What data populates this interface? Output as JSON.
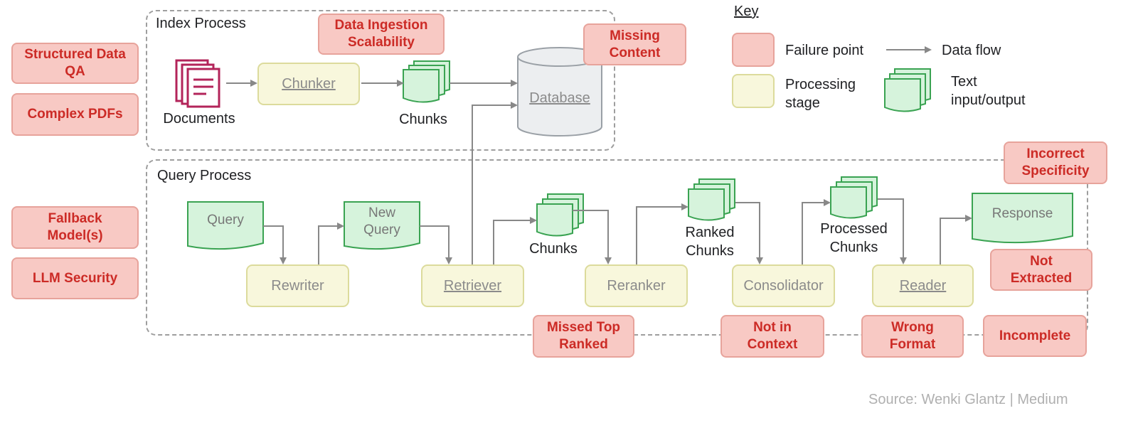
{
  "groups": {
    "index": "Index Process",
    "query": "Query Process"
  },
  "index": {
    "documents": "Documents",
    "chunker": "Chunker",
    "chunks": "Chunks",
    "database": "Database"
  },
  "query": {
    "query": "Query",
    "new_query_1": "New",
    "new_query_2": "Query",
    "rewriter": "Rewriter",
    "retriever": "Retriever",
    "chunks": "Chunks",
    "reranker": "Reranker",
    "ranked_1": "Ranked",
    "ranked_2": "Chunks",
    "consolidator": "Consolidator",
    "processed_1": "Processed",
    "processed_2": "Chunks",
    "reader": "Reader",
    "response": "Response"
  },
  "failures": {
    "structured_1": "Structured Data",
    "structured_2": "QA",
    "complex_pdfs": "Complex PDFs",
    "ingestion_1": "Data Ingestion",
    "ingestion_2": "Scalability",
    "missing_1": "Missing",
    "missing_2": "Content",
    "fallback_1": "Fallback",
    "fallback_2": "Model(s)",
    "llm_security": "LLM Security",
    "incorrect_1": "Incorrect",
    "incorrect_2": "Specificity",
    "not_extracted_1": "Not",
    "not_extracted_2": "Extracted",
    "missed_1": "Missed Top",
    "missed_2": "Ranked",
    "not_context_1": "Not in",
    "not_context_2": "Context",
    "wrong_1": "Wrong",
    "wrong_2": "Format",
    "incomplete": "Incomplete"
  },
  "key": {
    "title": "Key",
    "failure_point": "Failure point",
    "data_flow": "Data flow",
    "processing_1": "Processing",
    "processing_2": "stage",
    "text_1": "Text",
    "text_2": "input/output"
  },
  "source": "Source: Wenki Glantz | Medium",
  "colors": {
    "failure_fill": "#f8c9c4",
    "failure_text": "#cc2b26",
    "processing_fill": "#f8f7dc",
    "text_fill": "#d6f3dc",
    "text_stroke": "#3aa352",
    "documents": "#b3245a",
    "arrow": "#888888"
  }
}
